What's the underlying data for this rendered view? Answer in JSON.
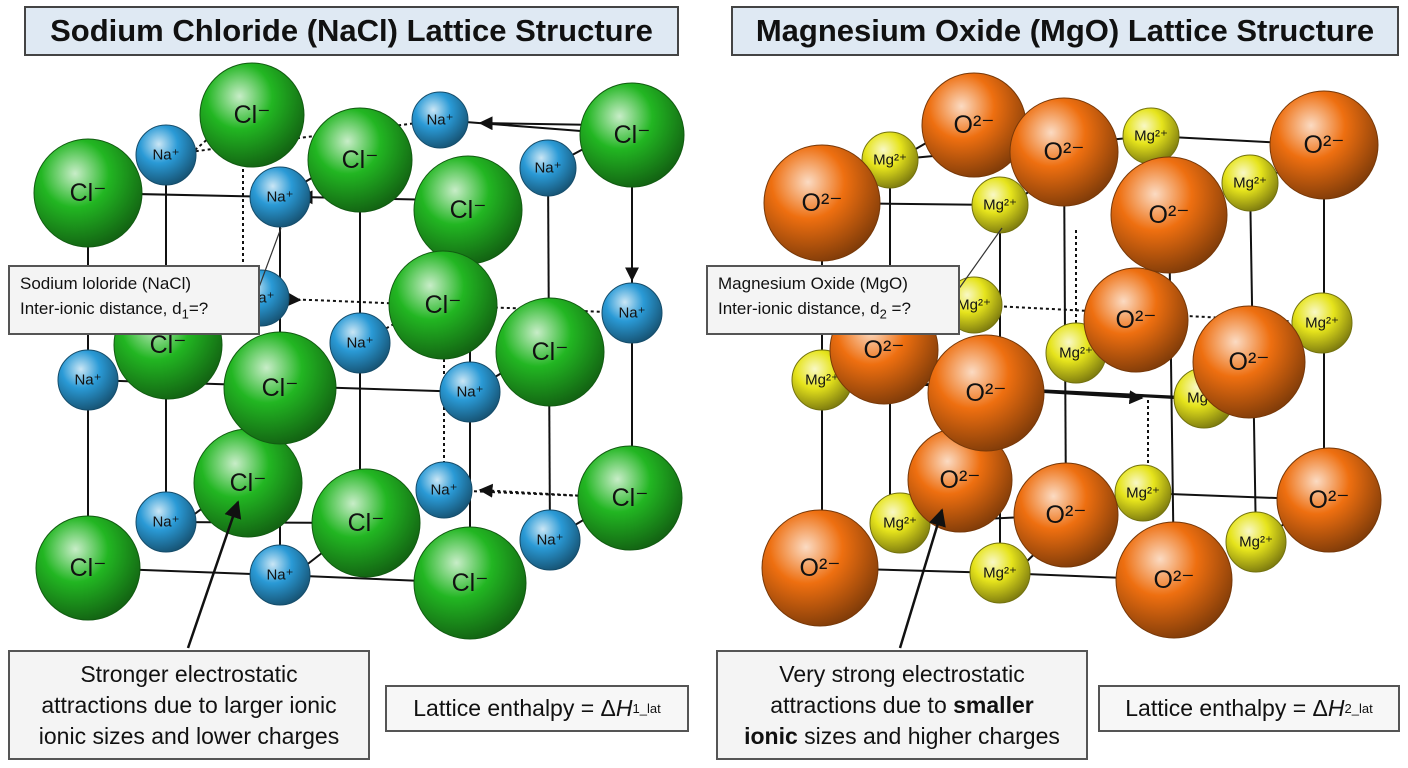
{
  "nacl": {
    "title": "Sodium Chloride (NaCl) Lattice Structure",
    "callout_line1": "Sodium loloride (NaCl)",
    "callout_line2_prefix": "Inter-ionic distance, d",
    "callout_line2_sub": "1",
    "callout_line2_suffix": "=?",
    "note_line1": "Stronger electrostatic",
    "note_line2": "attractions due to larger ionic",
    "note_line3": "ionic sizes and lower charges",
    "enthalpy_prefix": "Lattice enthalpy = Δ",
    "enthalpy_symbol": "H",
    "enthalpy_sub": "1_lat",
    "anion_label": "Cl⁻",
    "cation_label": "Na⁺",
    "anion_color": "#22b622",
    "cation_color": "#2a9ad6"
  },
  "mgo": {
    "title": "Magnesium Oxide (MgO) Lattice Structure",
    "callout_line1": "Magnesium Oxide (MgO)",
    "callout_line2_prefix": "Inter-ionic distance, d",
    "callout_line2_sub": "2",
    "callout_line2_suffix": " =?",
    "note_line1": "Very strong electrostatic",
    "note_line2_pre": "attractions due to ",
    "note_line2_bold": "smaller",
    "note_line3_bold": "ionic",
    "note_line3_rest": " sizes and higher charges",
    "enthalpy_prefix": "Lattice enthalpy = Δ",
    "enthalpy_symbol": "H",
    "enthalpy_sub": "2_lat",
    "anion_label": "O²⁻",
    "cation_label": "Mg²⁺",
    "anion_color": "#ee6f10",
    "cation_color": "#e6e41c"
  }
}
